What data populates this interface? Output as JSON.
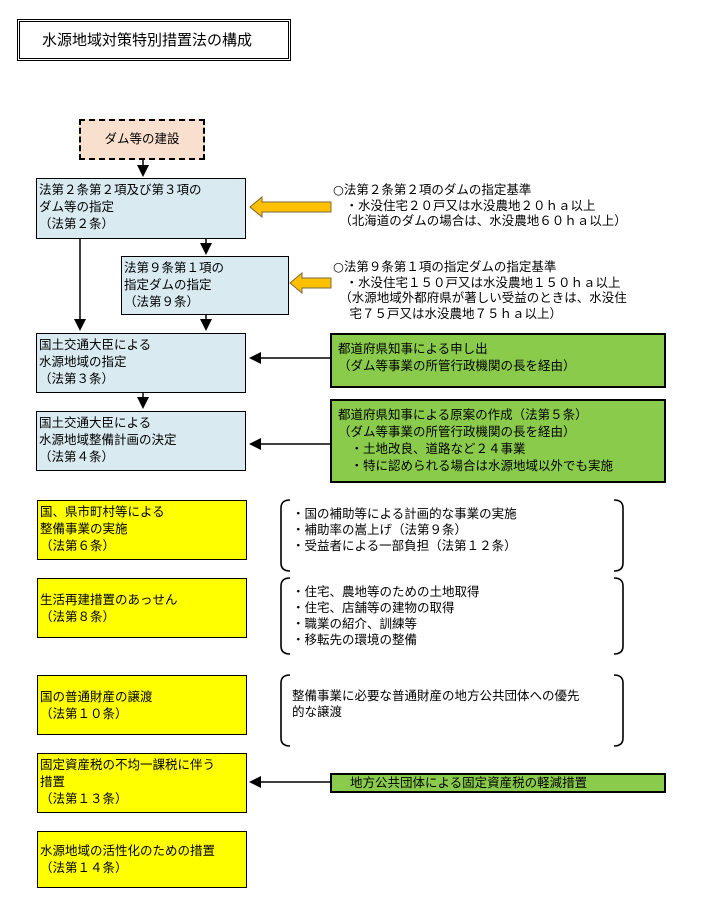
{
  "title": "水源地域対策特別措置法の構成",
  "start": {
    "label": "ダム等の建設"
  },
  "flow": [
    {
      "lines": [
        "法第２条第２項及び第３項の",
        "ダム等の指定",
        "（法第２条）"
      ]
    },
    {
      "lines": [
        "法第９条第１項の",
        "指定ダムの指定",
        "（法第９条）"
      ]
    },
    {
      "lines": [
        "国土交通大臣による",
        "水源地域の指定",
        "（法第３条）"
      ]
    },
    {
      "lines": [
        "国土交通大臣による",
        "水源地域整備計画の決定",
        "（法第４条）"
      ]
    }
  ],
  "criteria": [
    {
      "lines": [
        "○法第２条第２項のダムの指定基準",
        "　・水没住宅２０戸又は水没農地２０ｈａ以上",
        "　（北海道のダムの場合は、水没農地６０ｈａ以上）"
      ]
    },
    {
      "lines": [
        "○法第９条第１項の指定ダムの指定基準",
        "　・水没住宅１５０戸又は水没農地１５０ｈａ以上",
        "　（水源地域外都府県が著しい受益のときは、水没住",
        "　 宅７５戸又は水没農地７５ｈａ以上）"
      ]
    }
  ],
  "green_notes": [
    {
      "lines": [
        "都道府県知事による申し出",
        "（ダム等事業の所管行政機関の長を経由）"
      ]
    },
    {
      "lines": [
        "都道府県知事による原案の作成（法第５条）",
        "（ダム等事業の所管行政機関の長を経由）",
        "　・土地改良、道路など２４事業",
        "　・特に認められる場合は水源地域以外でも実施"
      ]
    },
    {
      "lines": [
        "地方公共団体による固定資産税の軽減措置"
      ]
    }
  ],
  "measures": [
    {
      "lines": [
        "国、県市町村等による",
        "整備事業の実施",
        "（法第６条）"
      ],
      "details": [
        "・国の補助等による計画的な事業の実施",
        "・補助率の嵩上げ（法第９条）",
        "・受益者による一部負担（法第１２条）"
      ]
    },
    {
      "lines": [
        "生活再建措置のあっせん",
        "（法第８条）"
      ],
      "details": [
        "・住宅、農地等のための土地取得",
        "・住宅、店舗等の建物の取得",
        "・職業の紹介、訓練等",
        "・移転先の環境の整備"
      ]
    },
    {
      "lines": [
        "国の普通財産の譲渡",
        "（法第１０条）"
      ],
      "details": [
        "整備事業に必要な普通財産の地方公共団体への優先",
        "的な譲渡"
      ]
    },
    {
      "lines": [
        "固定資産税の不均一課税に伴う",
        "措置",
        "（法第１３条）"
      ]
    },
    {
      "lines": [
        "水源地域の活性化のための措置",
        "（法第１４条）"
      ]
    }
  ],
  "colors": {
    "flow_box": "#deedf4",
    "measure_box": "#ffff00",
    "green_box": "#8fcf4f",
    "start_box": "#fbe3d3",
    "arrow_orange": "#ffc000"
  }
}
